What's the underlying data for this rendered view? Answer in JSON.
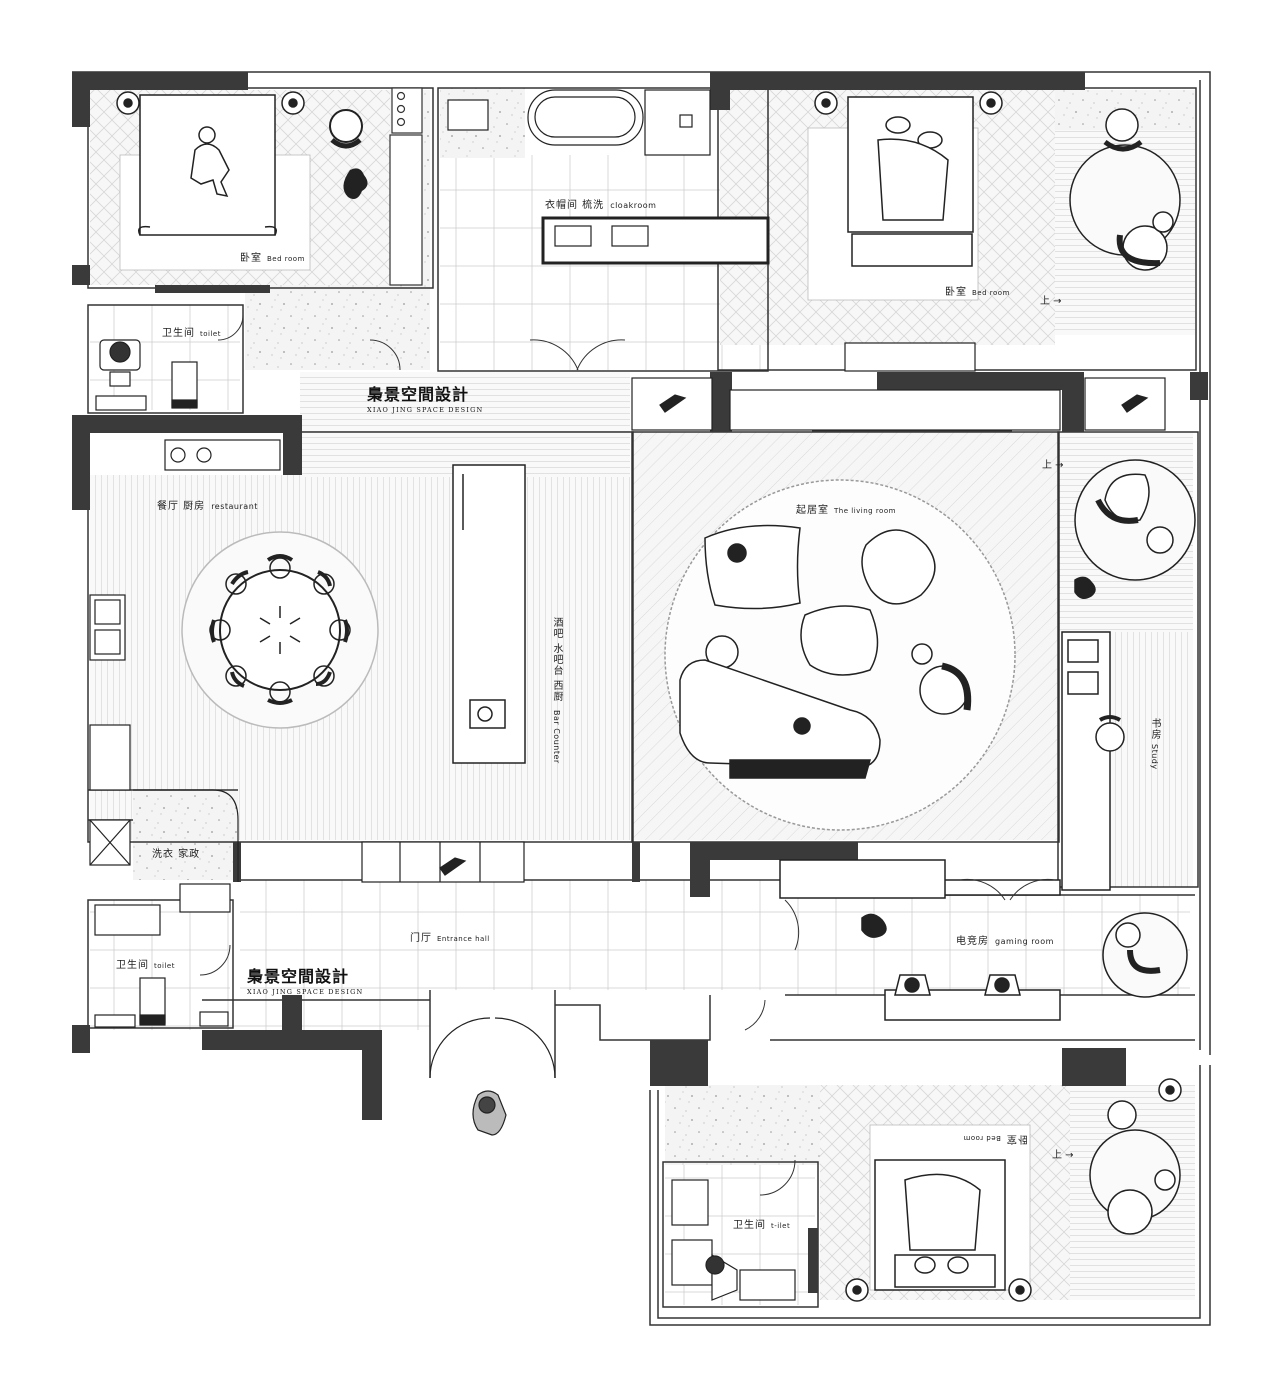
{
  "rooms": {
    "bedroom_nw": {
      "zh": "卧室",
      "en": "Bed room"
    },
    "bedroom_ne": {
      "zh": "卧室",
      "en": "Bed room"
    },
    "bedroom_se": {
      "zh": "卧室",
      "en": "Bed room"
    },
    "cloakroom": {
      "zh": "衣帽间 梳洗",
      "en": "cloakroom"
    },
    "toilet_nw": {
      "zh": "卫生间",
      "en": "toilet"
    },
    "toilet_w": {
      "zh": "卫生间",
      "en": "toilet"
    },
    "toilet_se": {
      "zh": "卫生间",
      "en": "t-ilet"
    },
    "restaurant": {
      "zh": "餐厅 厨房",
      "en": "restaurant"
    },
    "bar": {
      "zh": "酒吧 水吧台 西厨",
      "en": "Bar Counter"
    },
    "living": {
      "zh": "起居室",
      "en": "The living room"
    },
    "study": {
      "zh": "书房",
      "en": "Study"
    },
    "laundry": {
      "zh": "洗衣 家政"
    },
    "entrance": {
      "zh": "门厅",
      "en": "Entrance hall"
    },
    "gaming": {
      "zh": "电竞房",
      "en": "gaming room"
    }
  },
  "brand": {
    "name": "梟景空間設計",
    "sub": "XIAO JING SPACE DESIGN"
  },
  "stairs_label": "上 →",
  "colors": {
    "wall": "#3a3a3a",
    "line": "#333333",
    "floor": "#f2f2f2"
  }
}
